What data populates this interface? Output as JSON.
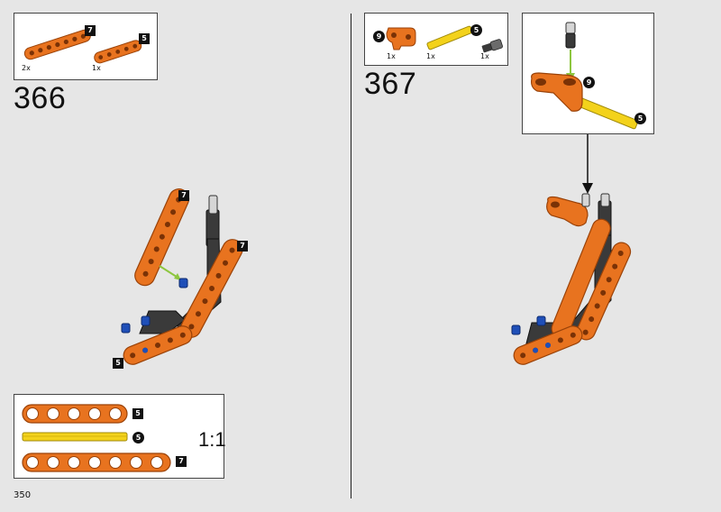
{
  "page": {
    "number": "350"
  },
  "step366": {
    "number": "366",
    "parts": [
      {
        "qty": "2x",
        "badge": "7"
      },
      {
        "qty": "1x",
        "badge": "5"
      }
    ],
    "callouts": [
      "7",
      "7",
      "5"
    ]
  },
  "step367": {
    "number": "367",
    "parts": [
      {
        "qty": "1x",
        "badge": "9"
      },
      {
        "qty": "1x",
        "badge": "5"
      },
      {
        "qty": "1x"
      }
    ],
    "subassembly_badges": [
      "9",
      "5"
    ]
  },
  "scale_box": {
    "ratio": "1:1",
    "items": [
      {
        "badge": "5"
      },
      {
        "badge": "5"
      },
      {
        "badge": "7"
      }
    ]
  },
  "colors": {
    "orange": "#e8731f",
    "dark_orange": "#b9520c",
    "yellow": "#f3d21b",
    "blue": "#1f4fb8",
    "grey": "#3a3a3a"
  }
}
